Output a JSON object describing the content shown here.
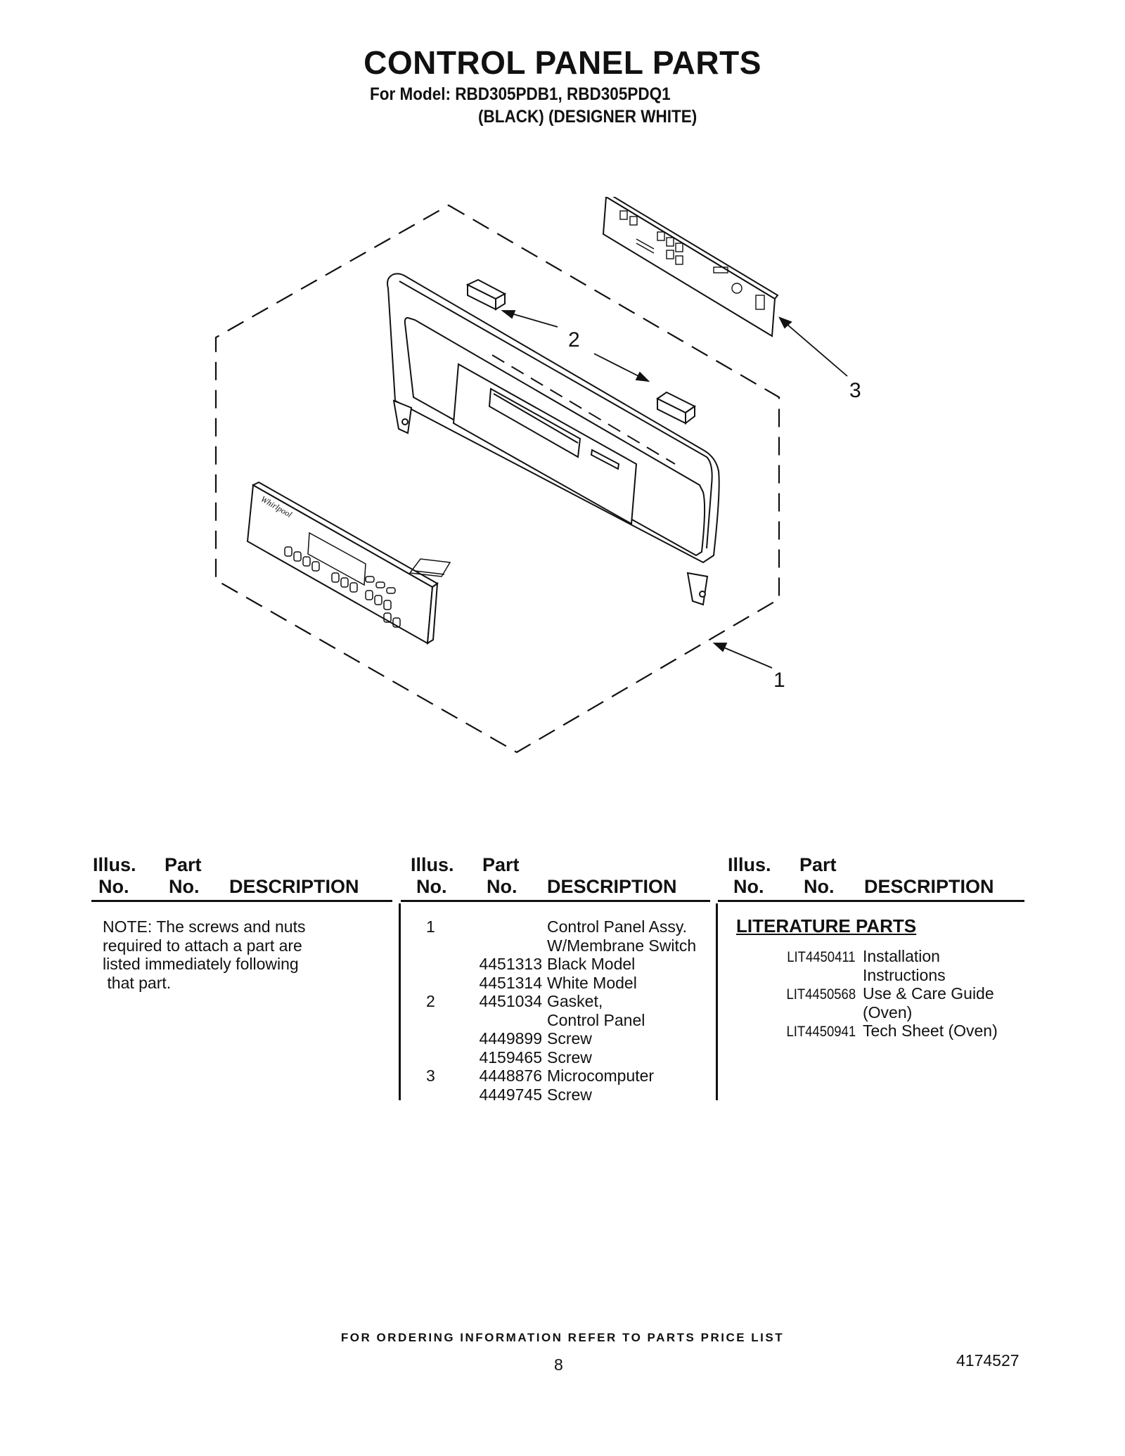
{
  "header": {
    "title": "CONTROL PANEL PARTS",
    "model_line": "For Model: RBD305PDB1, RBD305PDQ1",
    "color_line": "(BLACK)  (DESIGNER WHITE)"
  },
  "diagram": {
    "callouts": [
      "1",
      "2",
      "3"
    ],
    "logo_text": "Whirlpool"
  },
  "table": {
    "headers": {
      "illus_1": "Illus.",
      "illus_2": "No.",
      "part_1": "Part",
      "part_2": "No.",
      "description": "DESCRIPTION"
    },
    "note_lines": [
      "NOTE: The screws and nuts",
      "required to attach a part are",
      "listed immediately following",
      " that part."
    ],
    "rows": [
      {
        "illus": "1",
        "part": "",
        "desc": "Control Panel Assy."
      },
      {
        "illus": "",
        "part": "",
        "desc": "W/Membrane Switch"
      },
      {
        "illus": "",
        "part": "4451313",
        "desc": "Black Model"
      },
      {
        "illus": "",
        "part": "4451314",
        "desc": "White Model"
      },
      {
        "illus": "2",
        "part": "4451034",
        "desc": "Gasket,"
      },
      {
        "illus": "",
        "part": "",
        "desc": "Control Panel"
      },
      {
        "illus": "",
        "part": "4449899",
        "desc": "Screw"
      },
      {
        "illus": "",
        "part": "4159465",
        "desc": "Screw"
      },
      {
        "illus": "3",
        "part": "4448876",
        "desc": "Microcomputer"
      },
      {
        "illus": "",
        "part": "4449745",
        "desc": "Screw"
      }
    ],
    "literature_title": "LITERATURE PARTS",
    "literature": [
      {
        "part": "LIT4450411",
        "desc": "Installation"
      },
      {
        "part": "",
        "desc": "Instructions"
      },
      {
        "part": "LIT4450568",
        "desc": "Use & Care Guide"
      },
      {
        "part": "",
        "desc": "(Oven)"
      },
      {
        "part": "LIT4450941",
        "desc": "Tech Sheet (Oven)"
      }
    ]
  },
  "footer": {
    "ordering": "FOR ORDERING INFORMATION REFER TO PARTS PRICE LIST",
    "page": "8",
    "doc_number": "4174527"
  }
}
